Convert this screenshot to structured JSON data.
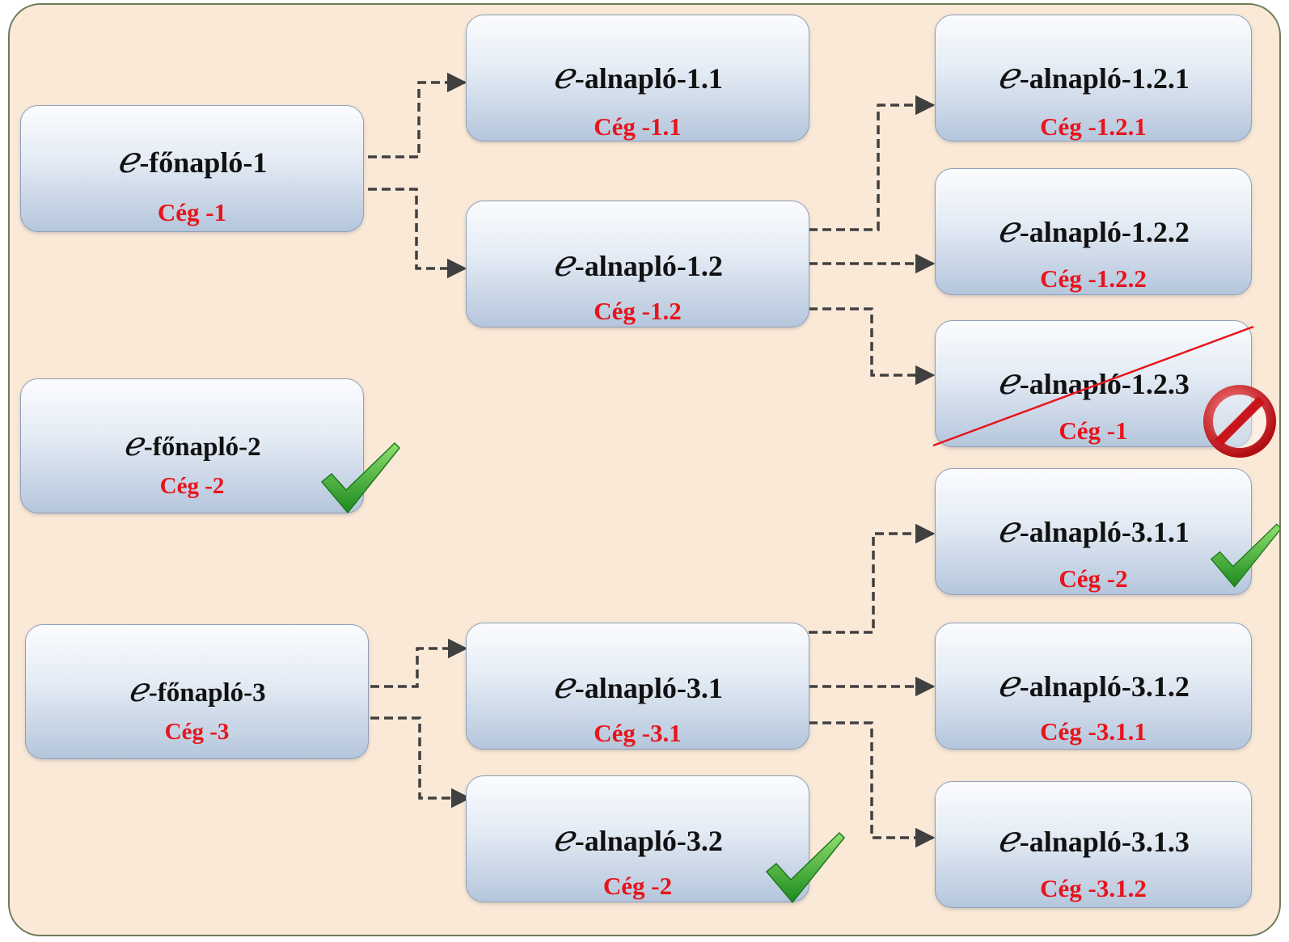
{
  "nodes": {
    "f1": {
      "prefix": "ℯ",
      "label": "-főnapló-1",
      "company": "Cég -1"
    },
    "f2": {
      "prefix": "ℯ",
      "label": "-főnapló-2",
      "company": "Cég -2"
    },
    "f3": {
      "prefix": "ℯ",
      "label": "-főnapló-3",
      "company": "Cég -3"
    },
    "a11": {
      "prefix": "ℯ",
      "label": "-alnapló-1.1",
      "company": "Cég -1.1"
    },
    "a12": {
      "prefix": "ℯ",
      "label": "-alnapló-1.2",
      "company": "Cég -1.2"
    },
    "a121": {
      "prefix": "ℯ",
      "label": "-alnapló-1.2.1",
      "company": "Cég -1.2.1"
    },
    "a122": {
      "prefix": "ℯ",
      "label": "-alnapló-1.2.2",
      "company": "Cég -1.2.2"
    },
    "a123": {
      "prefix": "ℯ",
      "label": "-alnapló-1.2.3",
      "company": "Cég -1"
    },
    "a31": {
      "prefix": "ℯ",
      "label": "-alnapló-3.1",
      "company": "Cég -3.1"
    },
    "a32": {
      "prefix": "ℯ",
      "label": "-alnapló-3.2",
      "company": "Cég -2"
    },
    "a311": {
      "prefix": "ℯ",
      "label": "-alnapló-3.1.1",
      "company": "Cég -2"
    },
    "a312": {
      "prefix": "ℯ",
      "label": "-alnapló-3.1.2",
      "company": "Cég -3.1.1"
    },
    "a313": {
      "prefix": "ℯ",
      "label": "-alnapló-3.1.3",
      "company": "Cég -3.1.2"
    }
  },
  "edges": [
    {
      "from": "f1",
      "to": "a11"
    },
    {
      "from": "f1",
      "to": "a12"
    },
    {
      "from": "a12",
      "to": "a121"
    },
    {
      "from": "a12",
      "to": "a122"
    },
    {
      "from": "a12",
      "to": "a123"
    },
    {
      "from": "f3",
      "to": "a31"
    },
    {
      "from": "f3",
      "to": "a32"
    },
    {
      "from": "a31",
      "to": "a311"
    },
    {
      "from": "a31",
      "to": "a312"
    },
    {
      "from": "a31",
      "to": "a313"
    }
  ],
  "status": {
    "f2": "valid",
    "a32": "valid",
    "a311": "valid",
    "a123": "invalid"
  },
  "colors": {
    "background": "#fbe9d7",
    "company_text": "#e8141b",
    "connector": "#404040",
    "check": "#2faa28",
    "forbidden": "#d4141a",
    "strike": "#e8141b"
  },
  "icons": {
    "valid": "check-icon",
    "invalid": "no-entry-icon"
  }
}
